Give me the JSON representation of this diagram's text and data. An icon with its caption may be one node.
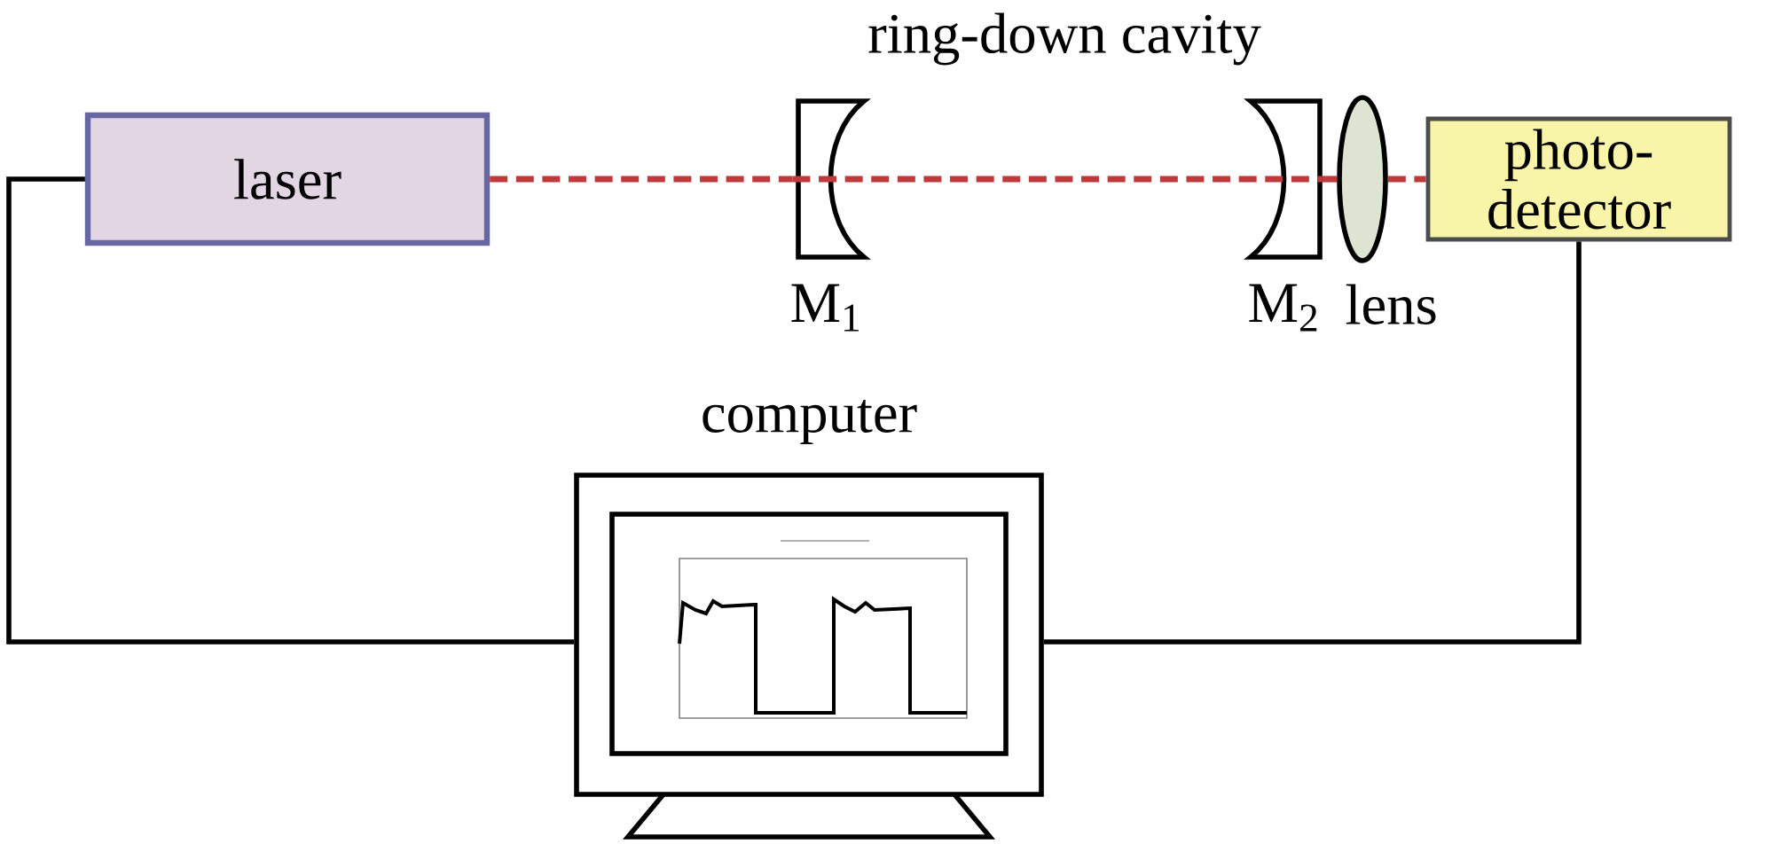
{
  "diagram": {
    "nodes": [
      {
        "text": [
          "laser"
        ]
      },
      {
        "text": [
          "M$_{1}$"
        ]
      },
      {
        "text": [
          "M$_{2}$"
        ]
      },
      {
        "text": [
          "lens"
        ]
      },
      {
        "text": [
          "photo-detector"
        ]
      },
      {
        "text": [
          "computer"
        ]
      }
    ],
    "edges": [
      {
        "from": 0,
        "to": 1,
        "arrow": "none",
        "style": "dashed",
        "color": "#c0393b"
      },
      {
        "from": 1,
        "to": 2,
        "arrow": "none",
        "style": "dashed",
        "color": "#c0393b"
      },
      {
        "from": 2,
        "to": 3,
        "arrow": "none",
        "style": "dashed",
        "color": "#c0393b"
      },
      {
        "from": 3,
        "to": 4,
        "arrow": "none",
        "style": "dashed",
        "color": "#c0393b"
      },
      {
        "from": 0,
        "to": 5,
        "arrow": "none",
        "color": "#000000"
      },
      {
        "from": 4,
        "to": 5,
        "arrow": "none",
        "color": "#000000"
      }
    ],
    "labels": [
      "ring-down cavity"
    ]
  }
}
